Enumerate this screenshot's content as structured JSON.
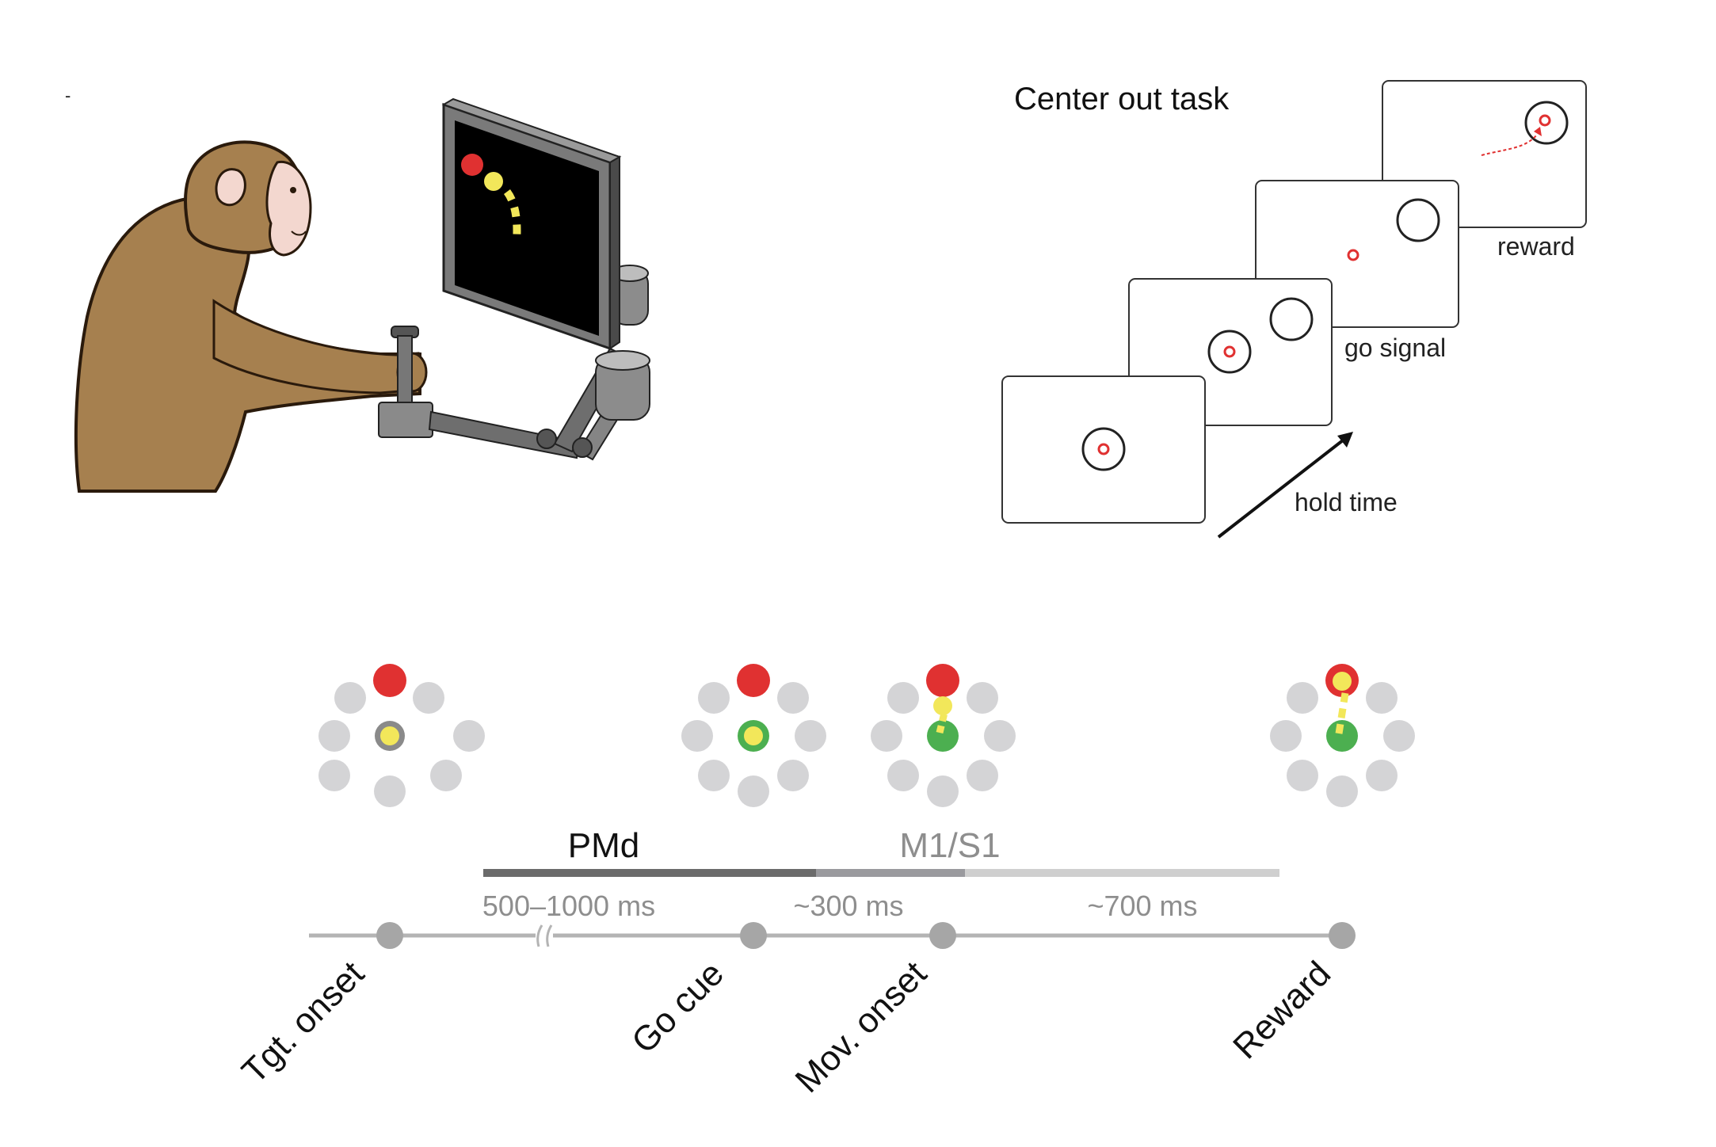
{
  "stray_mark": "-",
  "center_out": {
    "title": "Center out task",
    "stage_labels": {
      "reward": "reward",
      "go_signal": "go signal",
      "hold_time": "hold time"
    }
  },
  "timeline": {
    "regions": {
      "pmd": "PMd",
      "m1s1": "M1/S1"
    },
    "durations": {
      "hold": "500–1000 ms",
      "react": "~300 ms",
      "move": "~700 ms"
    },
    "events": {
      "tgt_onset": "Tgt. onset",
      "go_cue": "Go cue",
      "mov_onset": "Mov. onset",
      "reward": "Reward"
    }
  },
  "colors": {
    "target_red": "#e03131",
    "cursor_yellow": "#f2e75a",
    "center_green": "#4caf50",
    "peripheral_gray": "#d4d4d6",
    "pmd_bar": "#6b6b6b",
    "m1_bar": "#9a9a9e",
    "tail_bar": "#cfcfcf",
    "timeline": "#b4b4b4",
    "fur": "#a6804f"
  }
}
